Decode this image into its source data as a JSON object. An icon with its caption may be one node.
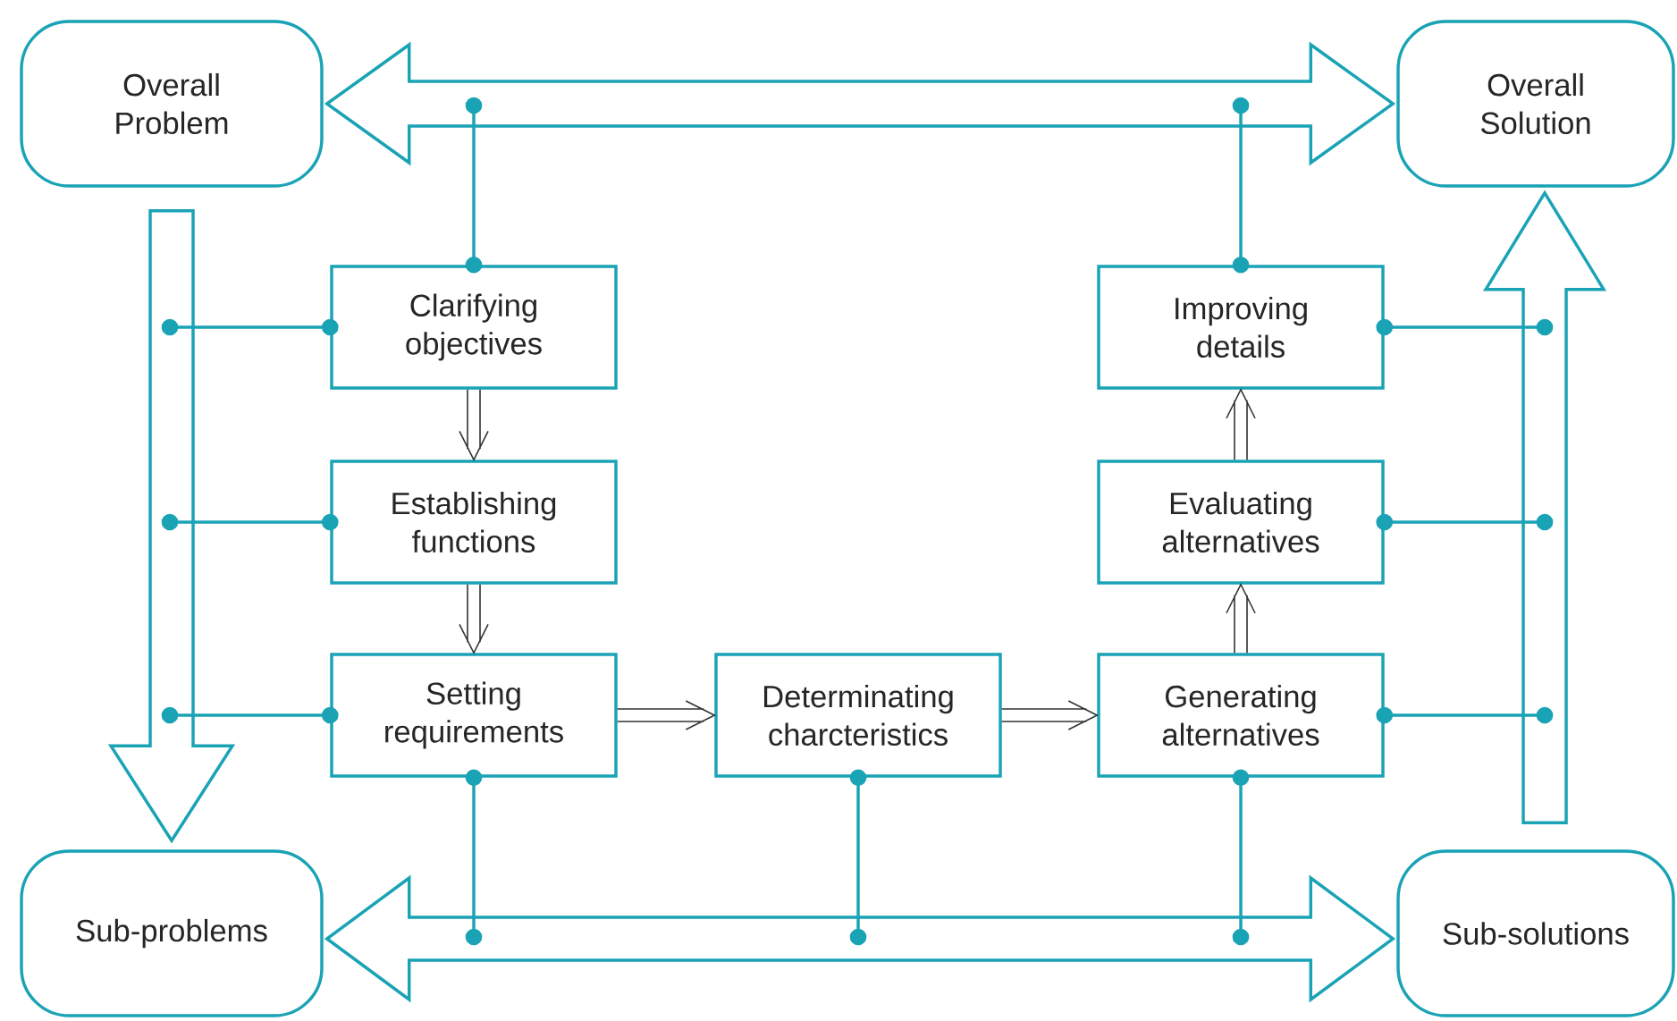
{
  "diagram": {
    "nodes": [
      {
        "text": [
          "Overall Problem"
        ]
      },
      {
        "text": [
          "Overall Solution"
        ]
      },
      {
        "text": [
          "Clarifying objectives"
        ]
      },
      {
        "text": [
          "Improving details"
        ]
      },
      {
        "text": [
          "Establishing functions"
        ]
      },
      {
        "text": [
          "Evaluating alternatives"
        ]
      },
      {
        "text": [
          "Setting requirements"
        ]
      },
      {
        "text": [
          "Determinating charcteristics"
        ]
      },
      {
        "text": [
          "Generating alternatives"
        ]
      },
      {
        "text": [
          "Sub-problems"
        ]
      },
      {
        "text": [
          "Sub-solutions"
        ]
      }
    ],
    "edges": [
      {
        "from": 0,
        "to": 1,
        "arrow": "both"
      },
      {
        "from": 0,
        "to": 9,
        "arrow": "to"
      },
      {
        "from": 10,
        "to": 1,
        "arrow": "to"
      },
      {
        "from": 9,
        "to": 10,
        "arrow": "both"
      },
      {
        "from": 2,
        "to": 4,
        "arrow": "to",
        "color": "#333333"
      },
      {
        "from": 4,
        "to": 6,
        "arrow": "to",
        "color": "#333333"
      },
      {
        "from": 6,
        "to": 7,
        "arrow": "to",
        "color": "#333333"
      },
      {
        "from": 7,
        "to": 8,
        "arrow": "to",
        "color": "#333333"
      },
      {
        "from": 8,
        "to": 5,
        "arrow": "to",
        "color": "#333333"
      },
      {
        "from": 5,
        "to": 3,
        "arrow": "to",
        "color": "#333333"
      },
      {
        "from": 2,
        "to": null,
        "arrow": "other"
      },
      {
        "from": 3,
        "to": null,
        "arrow": "other"
      },
      {
        "from": 2,
        "to": null,
        "arrow": "other"
      },
      {
        "from": 4,
        "to": null,
        "arrow": "other"
      },
      {
        "from": 6,
        "to": null,
        "arrow": "other"
      },
      {
        "from": 3,
        "to": null,
        "arrow": "other"
      },
      {
        "from": 5,
        "to": null,
        "arrow": "other"
      },
      {
        "from": 8,
        "to": null,
        "arrow": "other"
      },
      {
        "from": 6,
        "to": null,
        "arrow": "other"
      },
      {
        "from": 7,
        "to": null,
        "arrow": "other"
      },
      {
        "from": 8,
        "to": null,
        "arrow": "other"
      }
    ]
  }
}
